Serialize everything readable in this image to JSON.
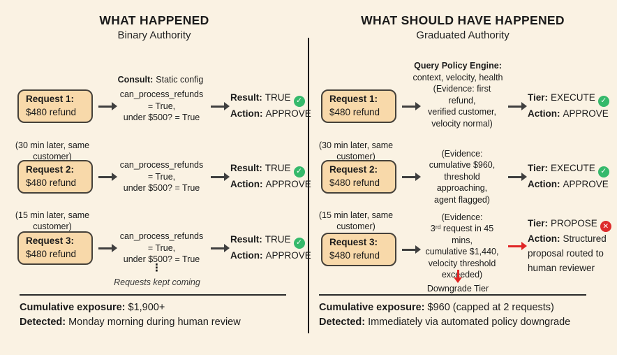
{
  "colors": {
    "background": "#FAF2E3",
    "card_fill": "#F8D9AA",
    "card_border": "#45413A",
    "divider": "#1B1B1B",
    "check_green": "#35B96B",
    "cross_red": "#DD2C2C",
    "arrow_gray": "#3F3F3F",
    "arrow_red": "#E02525"
  },
  "left": {
    "title": "WHAT HAPPENED",
    "subtitle": "Binary Authority",
    "consult_label": "Consult:",
    "consult_value": "Static config",
    "rows": [
      {
        "context": "",
        "request_title": "Request 1:",
        "request_amount": "$480 refund",
        "check_line1": "can_process_refunds = True,",
        "check_line2": "under $500? = True",
        "result_label": "Result:",
        "result_value": "TRUE",
        "status_icon": "check-circle",
        "action_label": "Action:",
        "action_value": "APPROVE"
      },
      {
        "context": "(30 min later, same customer)",
        "request_title": "Request 2:",
        "request_amount": "$480 refund",
        "check_line1": "can_process_refunds = True,",
        "check_line2": "under $500? = True",
        "result_label": "Result:",
        "result_value": "TRUE",
        "status_icon": "check-circle",
        "action_label": "Action:",
        "action_value": "APPROVE"
      },
      {
        "context": "(15 min later, same customer)",
        "request_title": "Request 3:",
        "request_amount": "$480 refund",
        "check_line1": "can_process_refunds = True,",
        "check_line2": "under $500? = True",
        "result_label": "Result:",
        "result_value": "TRUE",
        "status_icon": "check-circle",
        "action_label": "Action:",
        "action_value": "APPROVE"
      }
    ],
    "ellipsis": "⋮",
    "continuation_note": "Requests kept coming",
    "summary": {
      "exposure_label": "Cumulative exposure:",
      "exposure_value": "$1,900+",
      "detected_label": "Detected:",
      "detected_value": "Monday morning during human review"
    }
  },
  "right": {
    "title": "WHAT SHOULD HAVE HAPPENED",
    "subtitle": "Graduated Authority",
    "engine_label": "Query Policy Engine:",
    "engine_value": "context, velocity, health",
    "rows": [
      {
        "context": "",
        "request_title": "Request 1:",
        "request_amount": "$480 refund",
        "evidence_lines": [
          "(Evidence: first refund,",
          "verified customer,",
          "velocity normal)"
        ],
        "tier_label": "Tier:",
        "tier_value": "EXECUTE",
        "status_icon": "check-circle",
        "action_label": "Action:",
        "action_value": "APPROVE"
      },
      {
        "context": "(30 min later, same customer)",
        "request_title": "Request 2:",
        "request_amount": "$480 refund",
        "evidence_lines": [
          "(Evidence:",
          "cumulative $960,",
          "threshold approaching,",
          "agent flagged)"
        ],
        "tier_label": "Tier:",
        "tier_value": "EXECUTE",
        "status_icon": "check-circle",
        "action_label": "Action:",
        "action_value": "APPROVE"
      },
      {
        "context": "(15 min later, same customer)",
        "request_title": "Request 3:",
        "request_amount": "$480 refund",
        "evidence_lines": [
          "(Evidence:",
          "3ʳᵈ request in 45 mins,",
          "cumulative $1,440,",
          "velocity threshold",
          "exceeded)"
        ],
        "tier_label": "Tier:",
        "tier_value": "PROPOSE",
        "status_icon": "x-circle",
        "action_label": "Action:",
        "action_value": "Structured proposal routed to human reviewer"
      }
    ],
    "downgrade_label": "Downgrade Tier",
    "summary": {
      "exposure_label": "Cumulative exposure:",
      "exposure_value": "$960 (capped at 2 requests)",
      "detected_label": "Detected:",
      "detected_value": "Immediately via automated policy downgrade"
    }
  }
}
